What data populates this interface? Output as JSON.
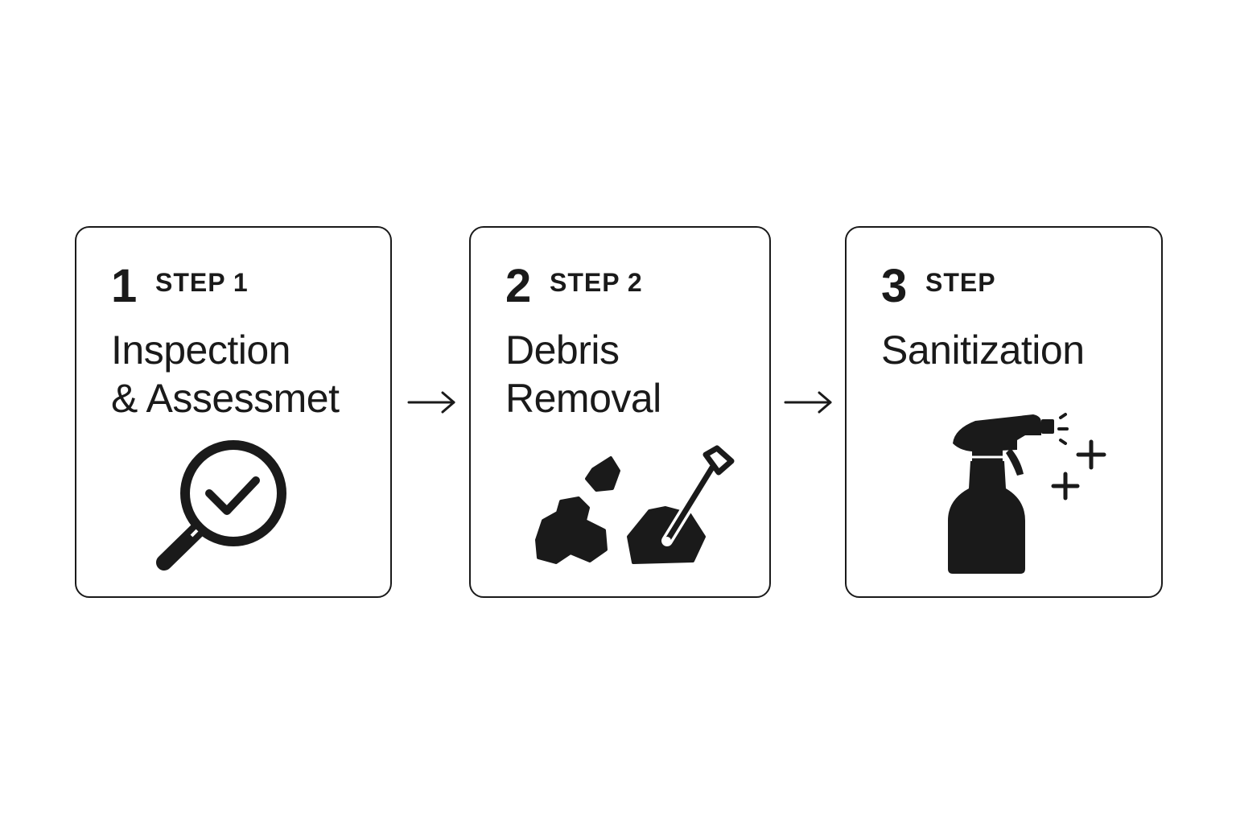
{
  "steps": [
    {
      "number": "1",
      "label": "STEP 1",
      "title_lines": [
        "Inspection",
        "& Assessmet"
      ],
      "icon": "magnifier-check-icon"
    },
    {
      "number": "2",
      "label": "STEP 2",
      "title_lines": [
        "Debris",
        "Removal"
      ],
      "icon": "rocks-shovel-icon"
    },
    {
      "number": "3",
      "label": "STEP",
      "title_lines": [
        "Sanitization"
      ],
      "icon": "spray-bottle-icon"
    }
  ],
  "connectors": [
    "right-arrow-icon",
    "right-arrow-icon"
  ],
  "colors": {
    "ink": "#1a1a1a",
    "background": "#ffffff"
  }
}
